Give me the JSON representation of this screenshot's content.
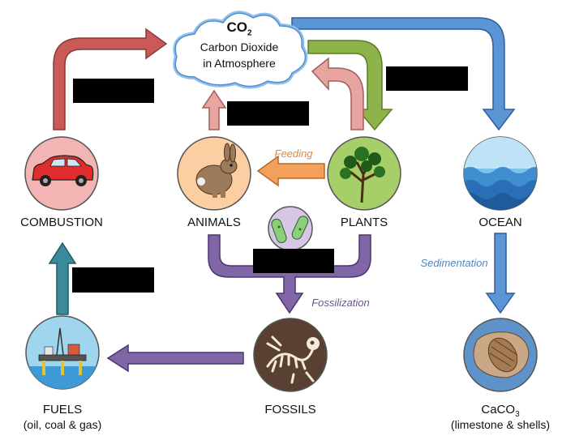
{
  "atmosphere": {
    "title_main": "CO",
    "title_sub": "2",
    "line1": "Carbon Dioxide",
    "line2": "in Atmosphere"
  },
  "nodes": {
    "combustion": "COMBUSTION",
    "animals": "ANIMALS",
    "plants": "PLANTS",
    "ocean": "OCEAN",
    "fuels": "FUELS",
    "fuels_sub": "(oil, coal & gas)",
    "fossils": "FOSSILS",
    "caco3_main": "CaCO",
    "caco3_sub": "3",
    "caco3_desc": "(limestone & shells)"
  },
  "processes": {
    "feeding": "Feeding",
    "sedimentation": "Sedimentation",
    "fossilization": "Fossilization"
  },
  "colors": {
    "combustion_arrow": "#c95a57",
    "respiration_arrow": "#e8a4a1",
    "photosynthesis_arrow": "#8db34a",
    "ocean_arrow": "#5c95d6",
    "feeding_arrow": "#f2a05a",
    "fossil_arrow": "#8066a6",
    "fuel_arrow": "#3a8a9a",
    "feeding_text": "#e08a3e",
    "sedimentation_text": "#4f86c0",
    "fossilization_text": "#6a4f94"
  }
}
